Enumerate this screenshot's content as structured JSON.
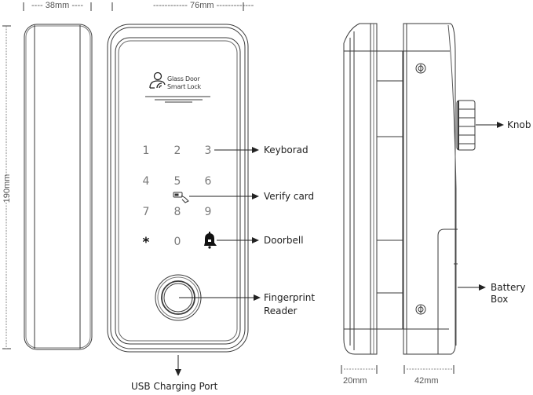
{
  "dimensions": {
    "side_width": "38mm",
    "front_width": "76mm",
    "height": "190mm",
    "front_lock_depth": "20mm",
    "back_lock_depth": "42mm"
  },
  "brand": {
    "line1": "Glass Door",
    "line2": "Smart Lock",
    "icon": "user-wifi-icon"
  },
  "keypad": {
    "keys": [
      "1",
      "2",
      "3",
      "4",
      "5",
      "6",
      "7",
      "8",
      "9",
      "*",
      "0"
    ],
    "card_icon": "card-tap-icon",
    "bell_icon": "doorbell-icon"
  },
  "callouts": {
    "keyboard": "Keyborad",
    "verify_card": "Verify card",
    "doorbell": "Doorbell",
    "fingerprint_line1": "Fingerprint",
    "fingerprint_line2": "Reader",
    "usb": "USB Charging Port",
    "knob": "Knob",
    "battery_line1": "Battery",
    "battery_line2": "Box"
  },
  "colors": {
    "line": "#3a3a3a",
    "text": "#1e1e1e",
    "key_text": "#7a7a7a"
  }
}
